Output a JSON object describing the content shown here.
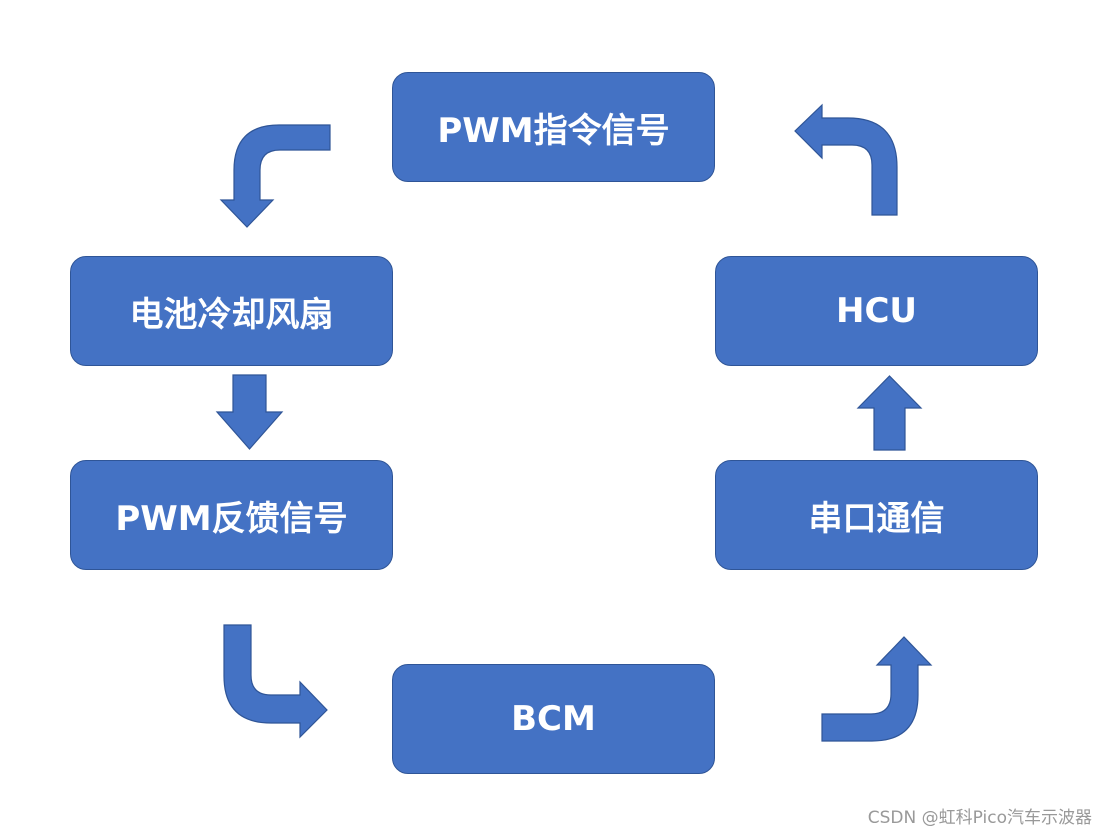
{
  "diagram": {
    "nodes": {
      "pwm_command": "PWM指令信号",
      "battery_fan": "电池冷却风扇",
      "pwm_feedback": "PWM反馈信号",
      "bcm": "BCM",
      "serial_comm": "串口通信",
      "hcu": "HCU"
    },
    "edges": [
      {
        "from": "pwm_command",
        "to": "battery_fan"
      },
      {
        "from": "battery_fan",
        "to": "pwm_feedback"
      },
      {
        "from": "pwm_feedback",
        "to": "bcm"
      },
      {
        "from": "bcm",
        "to": "serial_comm"
      },
      {
        "from": "serial_comm",
        "to": "hcu"
      },
      {
        "from": "hcu",
        "to": "pwm_command"
      }
    ],
    "colors": {
      "box_fill": "#4472C4",
      "box_border": "#2F5597",
      "arrow_fill": "#4472C4",
      "text": "#FFFFFF"
    }
  },
  "watermark": "CSDN @虹科Pico汽车示波器"
}
